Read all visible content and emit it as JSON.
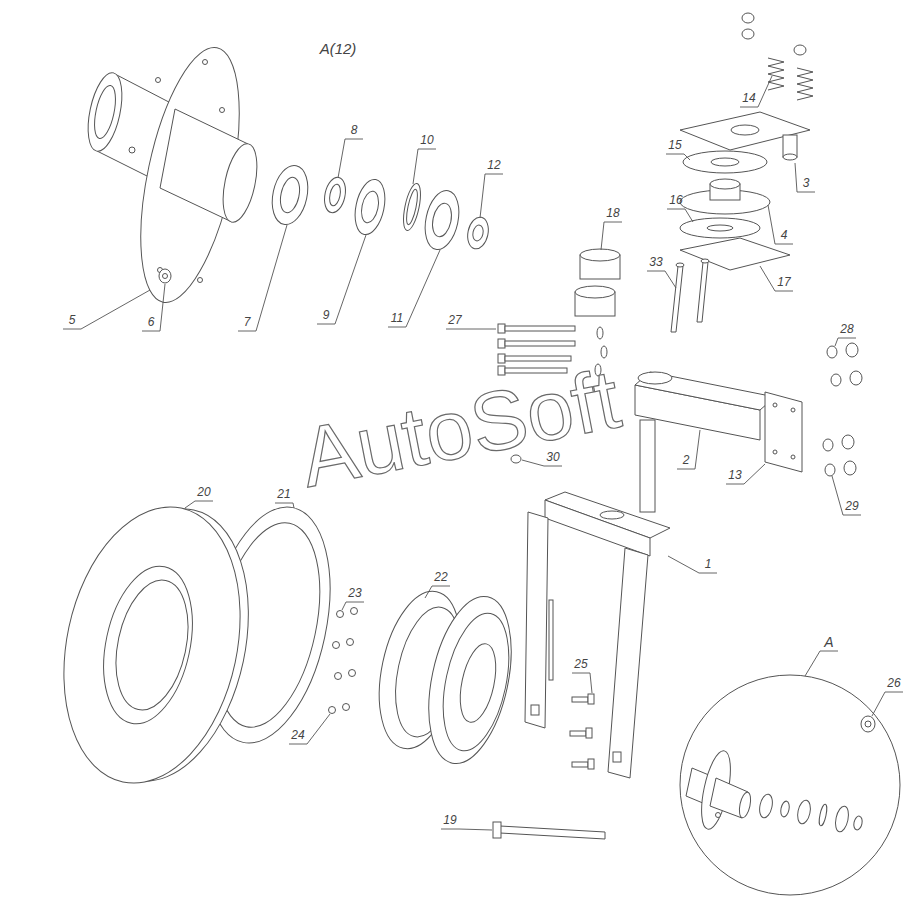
{
  "diagram": {
    "labels": [
      "A(12)",
      "14",
      "8",
      "10",
      "15",
      "12",
      "3",
      "16",
      "18",
      "4",
      "33",
      "17",
      "9",
      "11",
      "5",
      "27",
      "6",
      "7",
      "28",
      "AutoSoft",
      "30",
      "2",
      "13",
      "20",
      "21",
      "29",
      "1",
      "22",
      "23",
      "A",
      "25",
      "26",
      "24",
      "19"
    ]
  }
}
